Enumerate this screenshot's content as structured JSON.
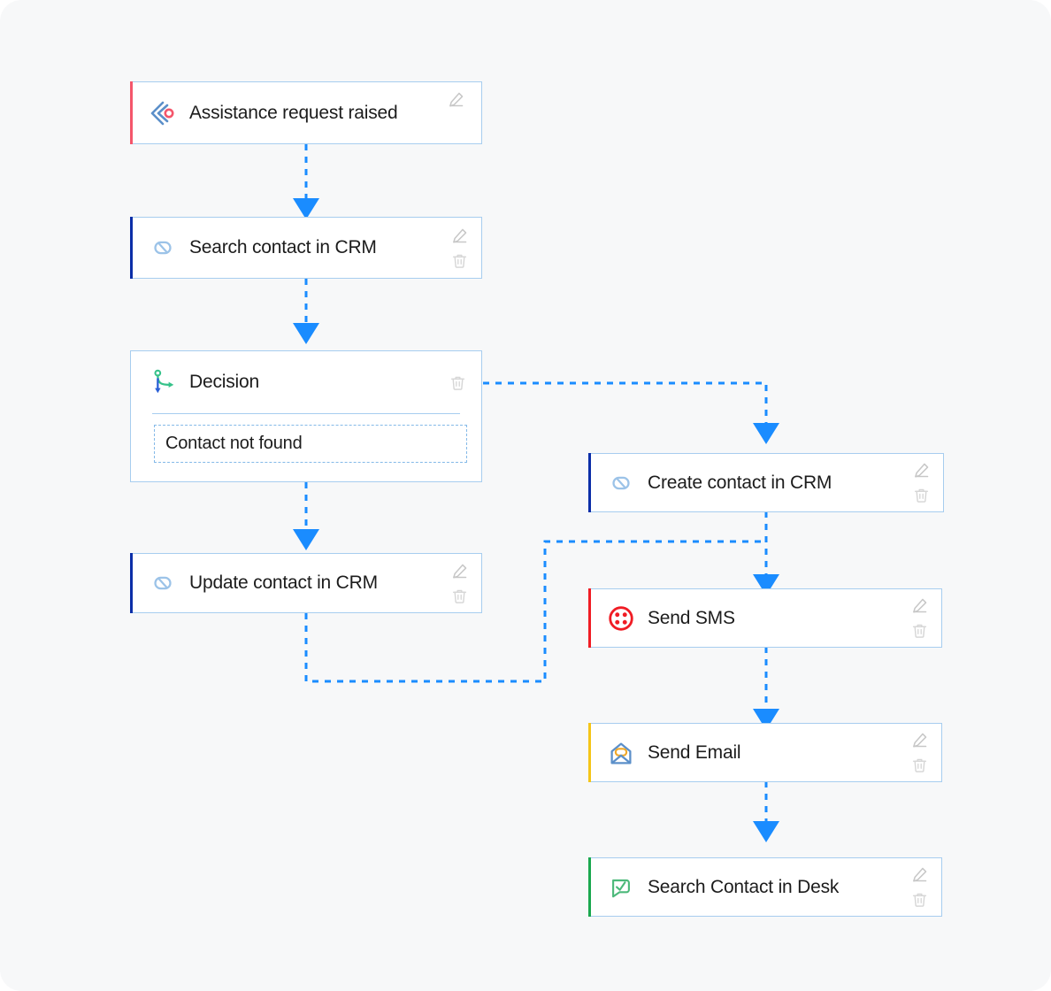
{
  "canvas": {
    "background_color": "#f7f8f9",
    "edge_color": "#1a8cff",
    "node_border_color": "#a7cdef"
  },
  "nodes": [
    {
      "id": "assistance-request-raised",
      "label": "Assistance request raised",
      "icon": "deskingo-diamond-icon",
      "accent_color": "#f4566b",
      "type": "trigger",
      "actions": [
        "edit"
      ]
    },
    {
      "id": "search-contact-in-crm",
      "label": "Search contact in CRM",
      "icon": "crm-link-icon",
      "accent_color": "#0b2ea8",
      "type": "action",
      "actions": [
        "edit",
        "delete"
      ]
    },
    {
      "id": "decision",
      "label": "Decision",
      "icon": "branch-decision-icon",
      "accent_color": "",
      "type": "decision",
      "branch_label": "Contact not found",
      "actions": [
        "delete"
      ]
    },
    {
      "id": "update-contact-in-crm",
      "label": "Update contact in CRM",
      "icon": "crm-link-icon",
      "accent_color": "#0b2ea8",
      "type": "action",
      "actions": [
        "edit",
        "delete"
      ]
    },
    {
      "id": "create-contact-in-crm",
      "label": "Create contact in CRM",
      "icon": "crm-link-icon",
      "accent_color": "#0b2ea8",
      "type": "action",
      "actions": [
        "edit",
        "delete"
      ]
    },
    {
      "id": "send-sms",
      "label": "Send SMS",
      "icon": "sms-twilio-icon",
      "accent_color": "#f01c24",
      "type": "action",
      "actions": [
        "edit",
        "delete"
      ]
    },
    {
      "id": "send-email",
      "label": "Send Email",
      "icon": "email-envelope-icon",
      "accent_color": "#f5c518",
      "type": "action",
      "actions": [
        "edit",
        "delete"
      ]
    },
    {
      "id": "search-contact-in-desk",
      "label": "Search Contact in Desk",
      "icon": "desk-chat-icon",
      "accent_color": "#1aa84f",
      "type": "action",
      "actions": [
        "edit",
        "delete"
      ]
    }
  ],
  "edges": [
    {
      "from": "assistance-request-raised",
      "to": "search-contact-in-crm"
    },
    {
      "from": "search-contact-in-crm",
      "to": "decision"
    },
    {
      "from": "decision",
      "to": "update-contact-in-crm"
    },
    {
      "from": "decision",
      "to": "create-contact-in-crm"
    },
    {
      "from": "create-contact-in-crm",
      "to": "send-sms"
    },
    {
      "from": "update-contact-in-crm",
      "to": "send-sms"
    },
    {
      "from": "send-sms",
      "to": "send-email"
    },
    {
      "from": "send-email",
      "to": "search-contact-in-desk"
    }
  ]
}
